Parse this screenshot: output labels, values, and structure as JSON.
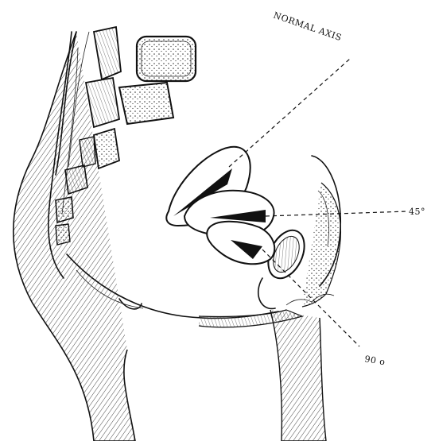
{
  "labels": {
    "normal_axis": "NORMAL AXIS",
    "angle_45": "45°",
    "angle_90": "90 o"
  },
  "colors": {
    "ink": "#111111",
    "paper": "#ffffff"
  }
}
